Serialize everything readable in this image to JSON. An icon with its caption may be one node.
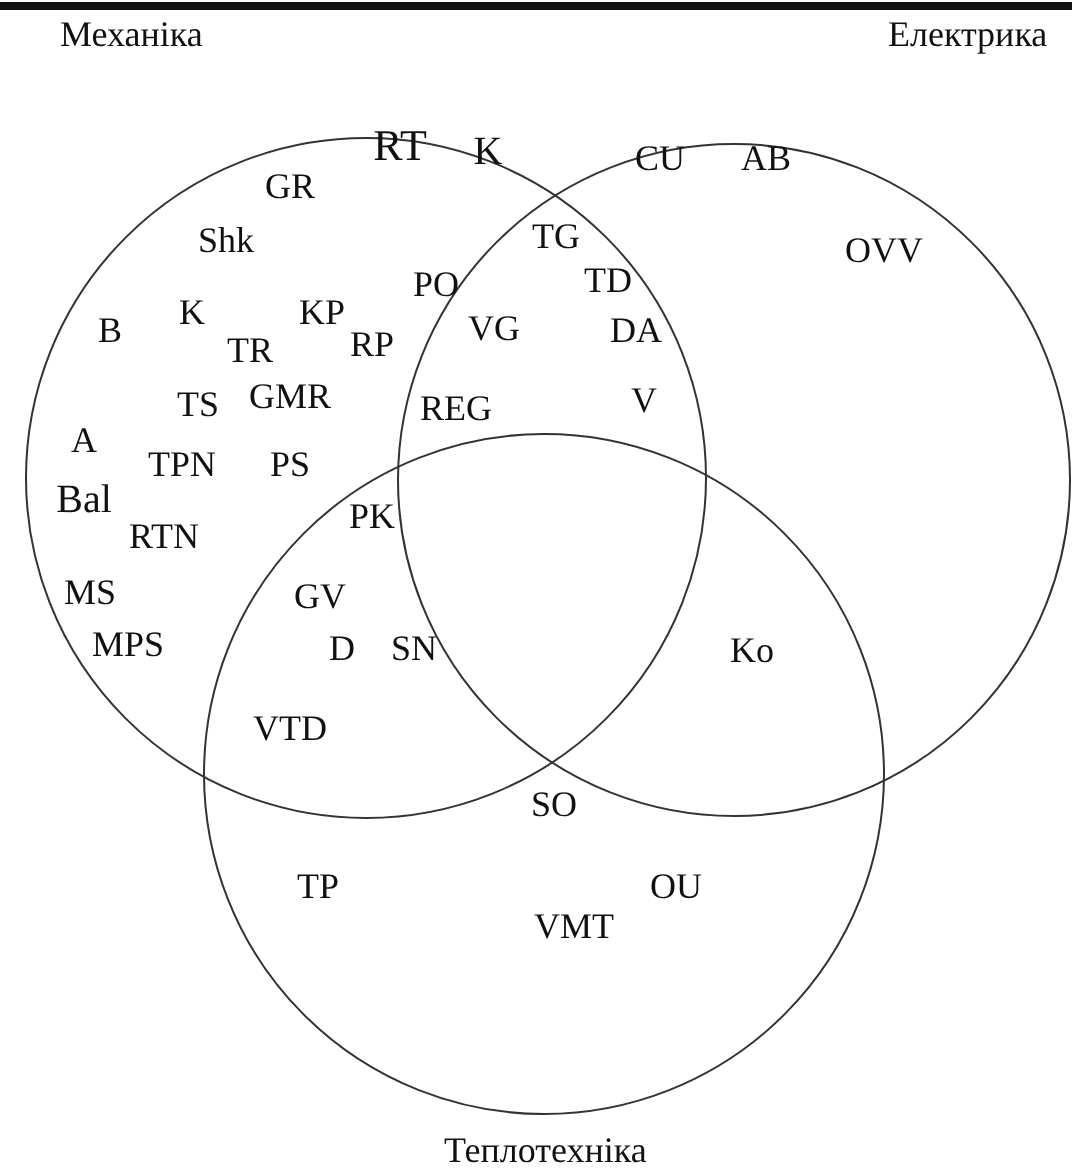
{
  "diagram": {
    "nodes": [
      {
        "text": [
          "Механіка"
        ]
      },
      {
        "text": [
          "Електрика"
        ]
      },
      {
        "text": [
          "Теплотехніка"
        ]
      }
    ],
    "labels": [
      "RT",
      "K",
      "CU",
      "AB",
      "GR",
      "Shk",
      "TG",
      "OVV",
      "PO",
      "TD",
      "B",
      "K",
      "KP",
      "VG",
      "DA",
      "TR",
      "RP",
      "TS",
      "GMR",
      "REG",
      "V",
      "A",
      "TPN",
      "PS",
      "Bal",
      "PK",
      "RTN",
      "MS",
      "GV",
      "MPS",
      "D",
      "SN",
      "Ko",
      "VTD",
      "SO",
      "TP",
      "OU",
      "VMT"
    ]
  }
}
